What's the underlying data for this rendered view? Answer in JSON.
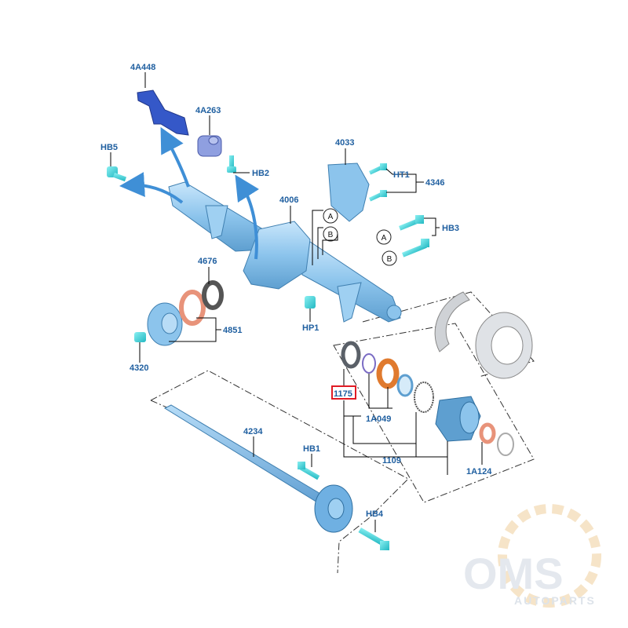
{
  "part_labels": {
    "p4A448": "4A448",
    "p4A263": "4A263",
    "hb5": "HB5",
    "hb2": "HB2",
    "p4033": "4033",
    "ht1": "HT1",
    "p4346": "4346",
    "p4006": "4006",
    "hb3": "HB3",
    "p4676": "4676",
    "p4851": "4851",
    "p4320": "4320",
    "hp1": "HP1",
    "p1175": "1175",
    "p1A049": "1A049",
    "p1109": "1109",
    "p1A124": "1A124",
    "p4234": "4234",
    "hb1": "HB1",
    "hb4": "HB4"
  },
  "callouts": {
    "a": "A",
    "b": "B",
    "a2": "A",
    "b2": "B"
  },
  "highlighted_part": "1175",
  "watermark": {
    "brand": "OMS",
    "sub": "AUTOPARTS"
  },
  "colors": {
    "label": "#1f5fa0",
    "highlight_box": "#e01b24",
    "axle_blue": "#8cc4ec",
    "bracket_blue": "#3558c8",
    "bolt_cyan": "#3fd2d8",
    "seal_orange": "#e07a2e",
    "gasket_salmon": "#e8937a",
    "arrow_blue": "#3f8fd6"
  }
}
